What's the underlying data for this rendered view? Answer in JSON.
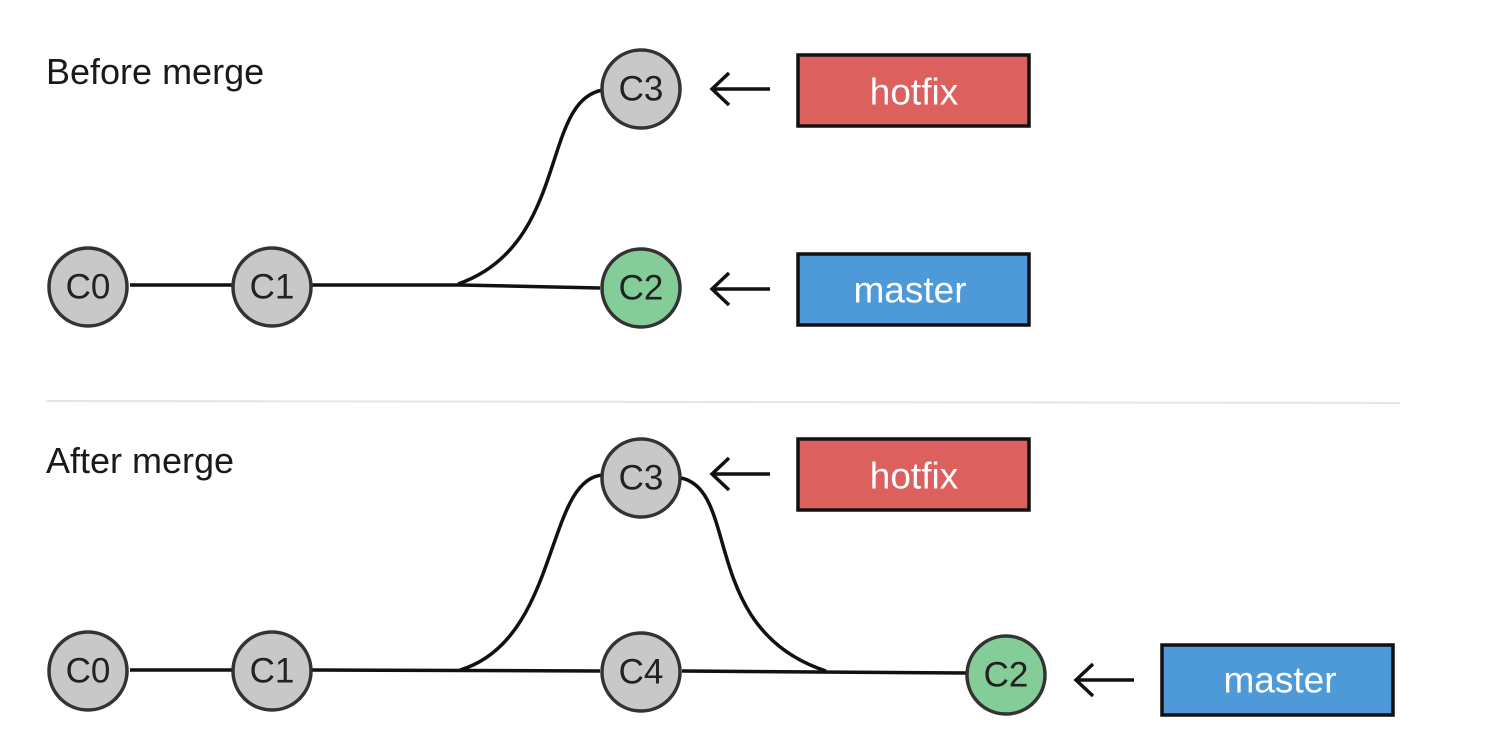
{
  "colors": {
    "commit_default": "#c8c8c8",
    "commit_head": "#84cc98",
    "branch_hotfix": "#dc605d",
    "branch_master": "#4e9ad9"
  },
  "before": {
    "title": "Before merge",
    "commits": [
      {
        "id": "C0",
        "head": false
      },
      {
        "id": "C1",
        "head": false
      },
      {
        "id": "C3",
        "head": false
      },
      {
        "id": "C2",
        "head": true
      }
    ],
    "branches": [
      {
        "name": "hotfix",
        "points_to": "C3",
        "color": "branch_hotfix"
      },
      {
        "name": "master",
        "points_to": "C2",
        "color": "branch_master"
      }
    ]
  },
  "after": {
    "title": "After merge",
    "commits": [
      {
        "id": "C0",
        "head": false
      },
      {
        "id": "C1",
        "head": false
      },
      {
        "id": "C3",
        "head": false
      },
      {
        "id": "C4",
        "head": false
      },
      {
        "id": "C2",
        "head": true
      }
    ],
    "branches": [
      {
        "name": "hotfix",
        "points_to": "C3",
        "color": "branch_hotfix"
      },
      {
        "name": "master",
        "points_to": "C2",
        "color": "branch_master"
      }
    ]
  }
}
